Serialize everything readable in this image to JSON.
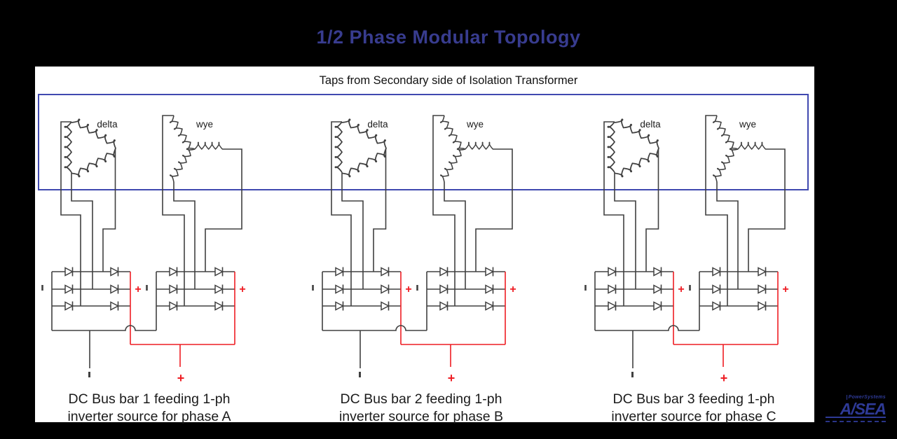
{
  "title": "1/2 Phase Modular Topology",
  "banner": "Taps from Secondary side of Isolation Transformer",
  "colors": {
    "title_blue": "#383c8f",
    "box_blue": "#4049b0",
    "wire_black": "#404040",
    "wire_red": "#ee1d23",
    "logo_blue": "#2e3a96",
    "background": "#000000",
    "panel": "#ffffff"
  },
  "modules": [
    {
      "delta_label": "delta",
      "wye_label": "wye",
      "bridge_a_minus": "-",
      "bridge_a_plus": "+",
      "bridge_b_minus": "-",
      "bridge_b_plus": "+",
      "dc_minus": "-",
      "dc_plus": "+",
      "caption_line1": "DC Bus bar 1 feeding 1-ph",
      "caption_line2": "inverter source for phase A"
    },
    {
      "delta_label": "delta",
      "wye_label": "wye",
      "bridge_a_minus": "-",
      "bridge_a_plus": "+",
      "bridge_b_minus": "-",
      "bridge_b_plus": "+",
      "dc_minus": "-",
      "dc_plus": "+",
      "caption_line1": "DC Bus bar 2 feeding 1-ph",
      "caption_line2": "inverter source for phase B"
    },
    {
      "delta_label": "delta",
      "wye_label": "wye",
      "bridge_a_minus": "-",
      "bridge_a_plus": "+",
      "bridge_b_minus": "-",
      "bridge_b_plus": "+",
      "dc_minus": "-",
      "dc_plus": "+",
      "caption_line1": "DC Bus bar 3 feeding 1-ph",
      "caption_line2": "inverter source for phase C"
    }
  ],
  "logo": {
    "sub": "PowerSystems",
    "brand": "A/SEA"
  }
}
